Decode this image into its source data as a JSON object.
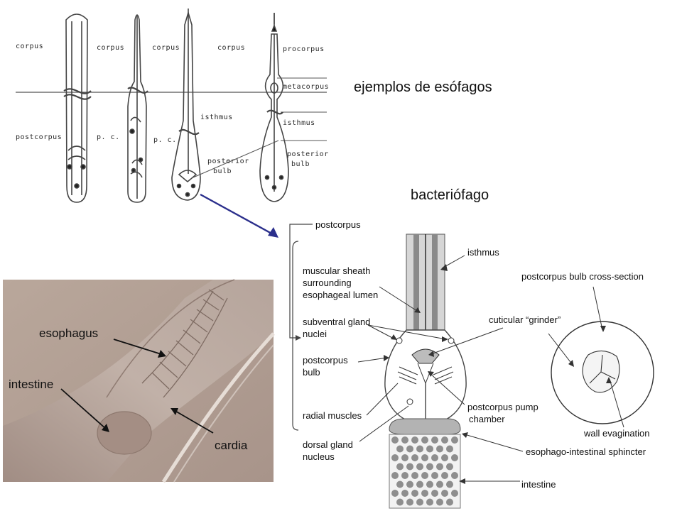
{
  "headings": {
    "examples": "ejemplos de esófagos",
    "bacteriophage": "bacteriófago"
  },
  "top_figure": {
    "diagram1": {
      "top": "corpus",
      "bottom": "postcorpus"
    },
    "diagram2": {
      "top": "corpus",
      "bottom": "p. c."
    },
    "diagram3": {
      "top": "corpus",
      "bottom": "p. c.",
      "mid": "isthmus",
      "bulb1": "posterior",
      "bulb2": "bulb"
    },
    "diagram4": {
      "top": "corpus",
      "pro": "procorpus",
      "meta": "metacorpus",
      "isth": "isthmus",
      "bulb1": "posterior",
      "bulb2": "bulb"
    }
  },
  "photo": {
    "esophagus": "esophagus",
    "intestine": "intestine",
    "cardia": "cardia"
  },
  "schematic": {
    "postcorpus": "postcorpus",
    "isthmus": "isthmus",
    "muscular_sheath_1": "muscular sheath",
    "muscular_sheath_2": "surrounding",
    "muscular_sheath_3": "esophageal lumen",
    "subventral_1": "subventral gland",
    "subventral_2": "nuclei",
    "postcorpus_bulb_1": "postcorpus",
    "postcorpus_bulb_2": "bulb",
    "radial_muscles": "radial muscles",
    "dorsal_gland_1": "dorsal gland",
    "dorsal_gland_2": "nucleus",
    "cross_section": "postcorpus bulb cross-section",
    "grinder": "cuticular “grinder”",
    "pump_1": "postcorpus pump",
    "pump_2": " chamber",
    "wall_evagination": "wall evagination",
    "sphincter": "esophago-intestinal sphincter",
    "intestine": "intestine"
  }
}
